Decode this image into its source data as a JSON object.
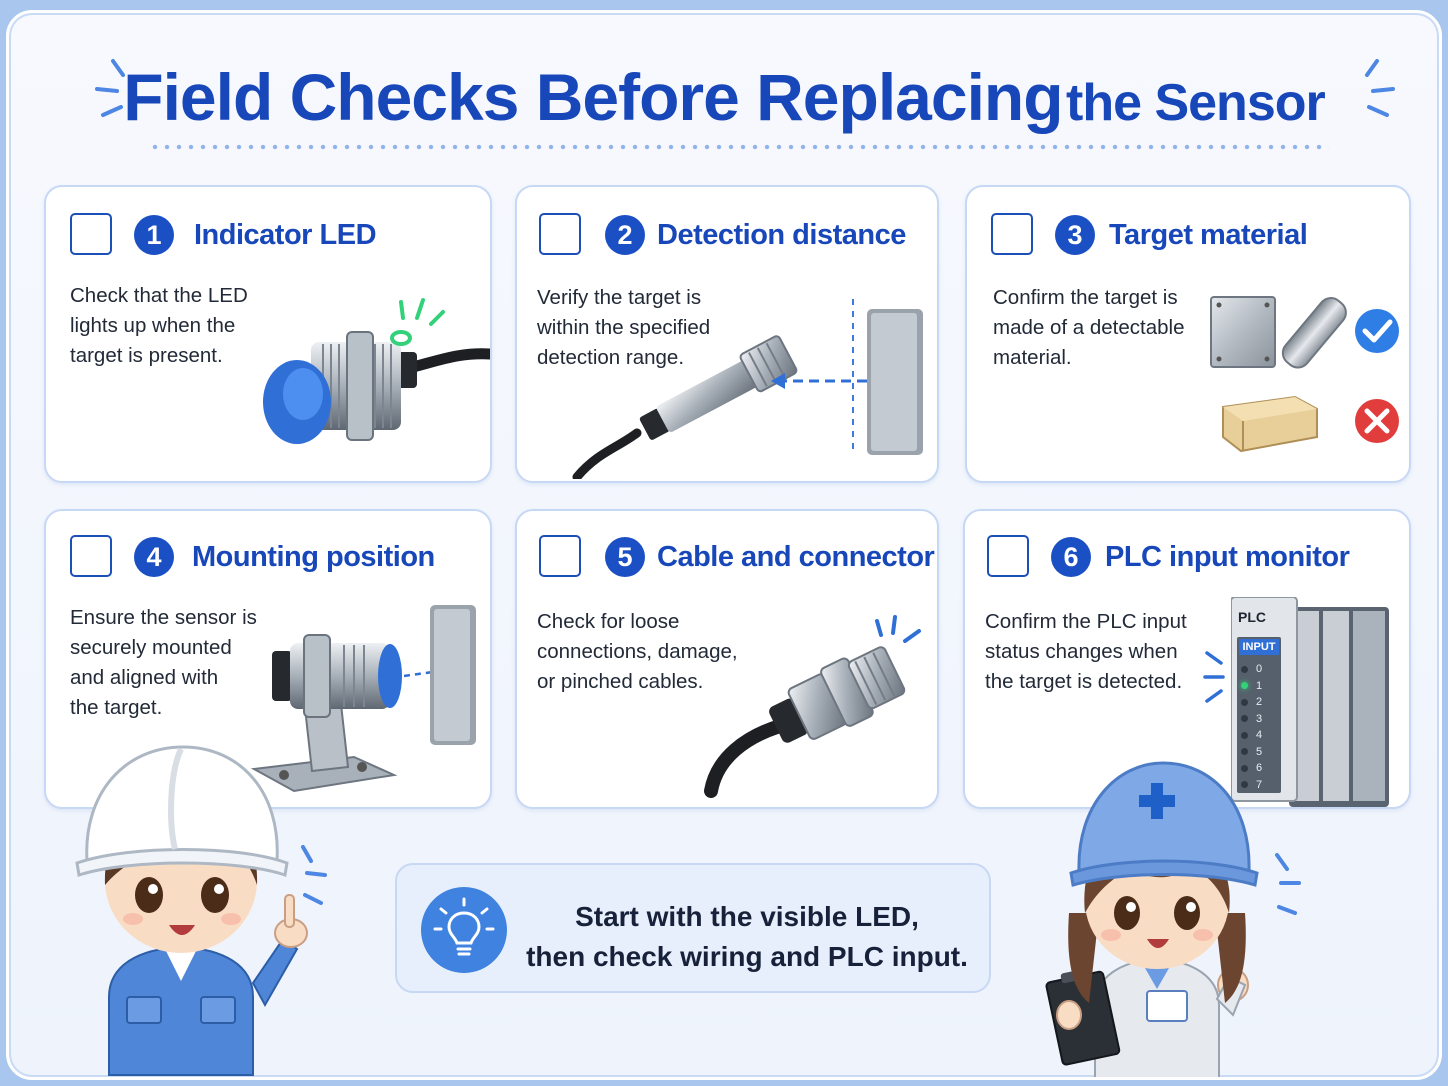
{
  "title": {
    "main": "Field Checks Before Replacing",
    "tail": "the Sensor"
  },
  "colors": {
    "accent": "#1747b9",
    "ok": "#2f7ee6",
    "bad": "#e23d3d",
    "led": "#33d17a"
  },
  "checks": [
    {
      "num": "1",
      "title": "Indicator LED",
      "desc": "Check that the LED\nlights up when the\ntarget is present.",
      "checked": false
    },
    {
      "num": "2",
      "title": "Detection distance",
      "desc": "Verify the target is\nwithin the specified\ndetection range.",
      "checked": false
    },
    {
      "num": "3",
      "title": "Target material",
      "desc": "Confirm the target is\nmade of a detectable\nmaterial.",
      "checked": false
    },
    {
      "num": "4",
      "title": "Mounting position",
      "desc": "Ensure the sensor is\nsecurely mounted\nand aligned with\nthe target.",
      "checked": false
    },
    {
      "num": "5",
      "title": "Cable and connector",
      "desc": "Check for loose\nconnections, damage,\nor pinched cables.",
      "checked": false
    },
    {
      "num": "6",
      "title": "PLC input monitor",
      "desc": "Confirm the PLC input\nstatus changes when\nthe target is detected.",
      "checked": false
    }
  ],
  "plc": {
    "label": "PLC",
    "input_label": "INPUT",
    "channels": [
      "0",
      "1",
      "2",
      "3",
      "4",
      "5",
      "6",
      "7"
    ],
    "active_channel": "1"
  },
  "tip": {
    "line1": "Start with the visible LED,",
    "line2": "then check wiring and PLC input.",
    "icon": "lightbulb-icon"
  }
}
